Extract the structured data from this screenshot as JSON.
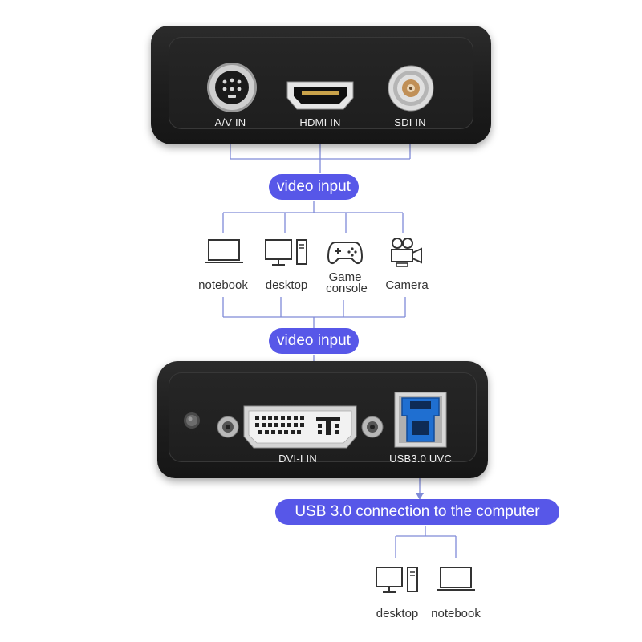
{
  "top_device": {
    "ports": [
      {
        "label": "A/V IN",
        "icon": "svideo-port-icon"
      },
      {
        "label": "HDMI IN",
        "icon": "hdmi-port-icon"
      },
      {
        "label": "SDI IN",
        "icon": "bnc-port-icon"
      }
    ]
  },
  "pills": {
    "video_input_1": "video input",
    "video_input_2": "video input",
    "usb_connection": "USB 3.0 connection to the computer"
  },
  "sources": [
    {
      "label": "notebook",
      "icon": "notebook-icon"
    },
    {
      "label": "desktop",
      "icon": "desktop-icon"
    },
    {
      "label": "Game",
      "label2": "console",
      "icon": "gamepad-icon"
    },
    {
      "label": "Camera",
      "icon": "camera-icon"
    }
  ],
  "bottom_device": {
    "ports": [
      {
        "label": "DVI-I IN",
        "icon": "dvi-port-icon"
      },
      {
        "label": "USB3.0 UVC",
        "icon": "usb-b-port-icon"
      }
    ]
  },
  "targets": [
    {
      "label": "desktop",
      "icon": "desktop-icon"
    },
    {
      "label": "notebook",
      "icon": "notebook-icon"
    }
  ],
  "colors": {
    "accent": "#5757e8",
    "line": "#7a86d8",
    "usb_blue": "#1f6fd1"
  }
}
